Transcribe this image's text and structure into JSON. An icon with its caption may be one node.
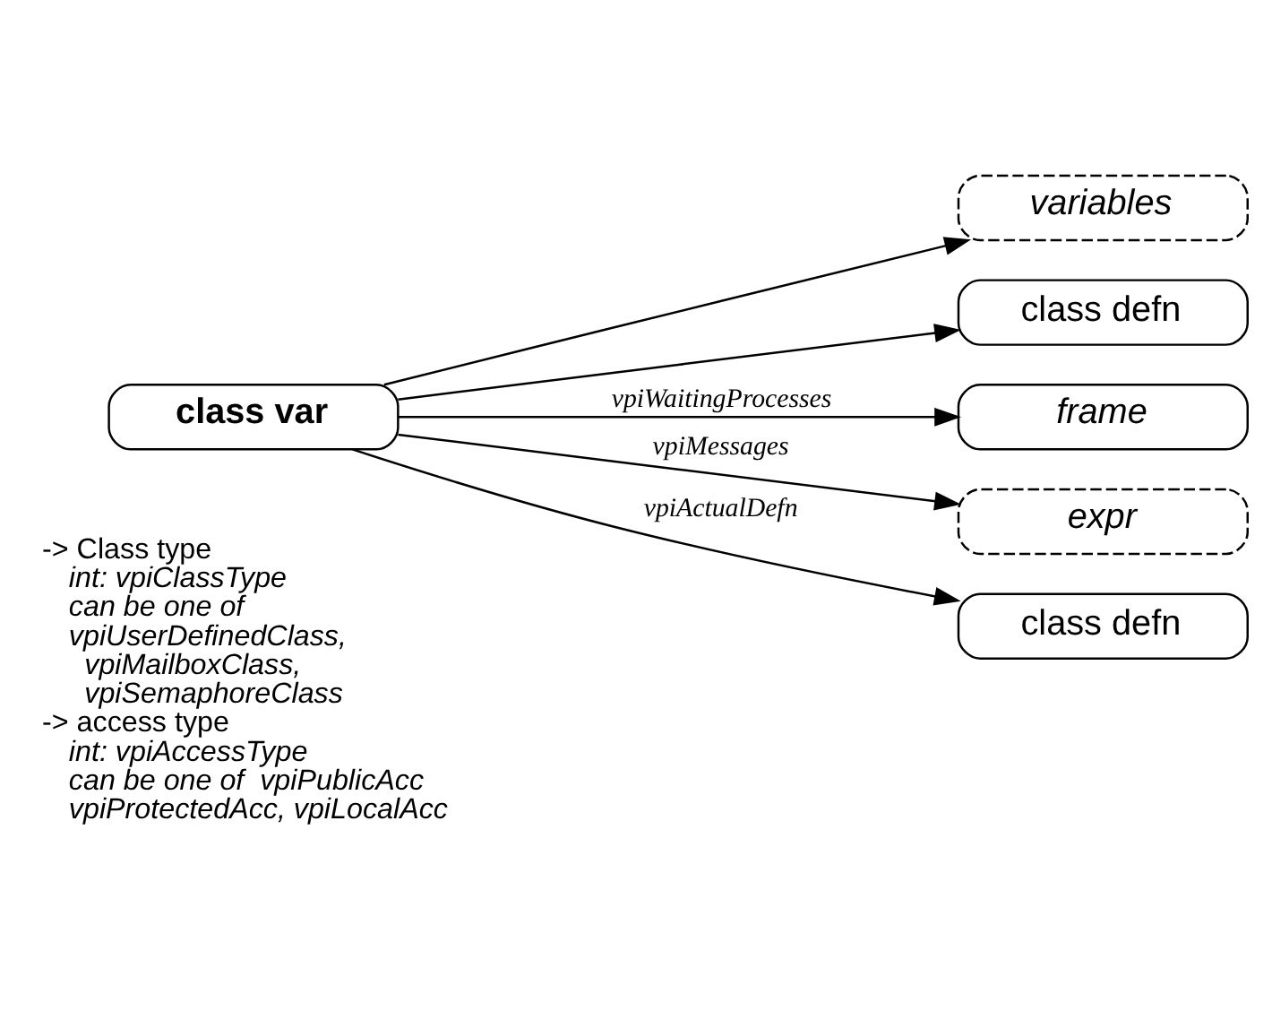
{
  "diagram": {
    "nodes": [
      {
        "text": [
          "class var"
        ]
      },
      {
        "text": [
          "variables"
        ]
      },
      {
        "text": [
          "class defn"
        ]
      },
      {
        "text": [
          "frame"
        ]
      },
      {
        "text": [
          "expr"
        ]
      },
      {
        "text": [
          "class defn"
        ]
      }
    ],
    "edges": [
      {
        "from": 0,
        "to": 1,
        "arrow": "to"
      },
      {
        "from": 0,
        "to": 2,
        "arrow": "to"
      },
      {
        "from": 0,
        "to": 3,
        "arrow": "to",
        "label": "vpiWaitingProcesses"
      },
      {
        "from": 0,
        "to": 4,
        "arrow": "to",
        "label": "vpiMessages"
      },
      {
        "from": 0,
        "to": 5,
        "arrow": "to",
        "label": "vpiActualDefn"
      }
    ],
    "labels": [
      "-> Class type",
      "int: vpiClassType",
      "can be one of",
      "vpiUserDefinedClass,",
      "vpiMailboxClass,",
      "vpiSemaphoreClass",
      "-> access type",
      "int: vpiAccessType",
      "can be one of  vpiPublicAcc",
      "vpiProtectedAcc, vpiLocalAcc"
    ]
  }
}
